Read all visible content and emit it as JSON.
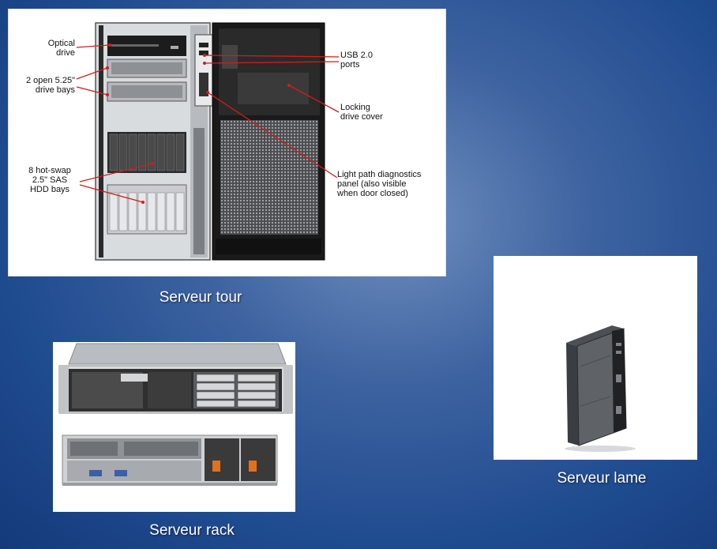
{
  "captions": {
    "tower": "Serveur tour",
    "rack": "Serveur rack",
    "blade": "Serveur lame"
  },
  "tower_callouts": {
    "optical_drive": "Optical\ndrive",
    "open_bays": "2 open 5.25\"\ndrive bays",
    "hdd_bays": "8 hot-swap\n2.5\" SAS\nHDD bays",
    "usb_ports": "USB 2.0\nports",
    "locking_cover": "Locking\ndrive cover",
    "light_path": "Light path diagnostics\npanel (also visible\nwhen door closed)"
  },
  "colors": {
    "callout_line": "#d21c1c",
    "chassis": "#1b1b1b",
    "bezel": "#cfd2d6",
    "handle_orange": "#e3701c"
  }
}
